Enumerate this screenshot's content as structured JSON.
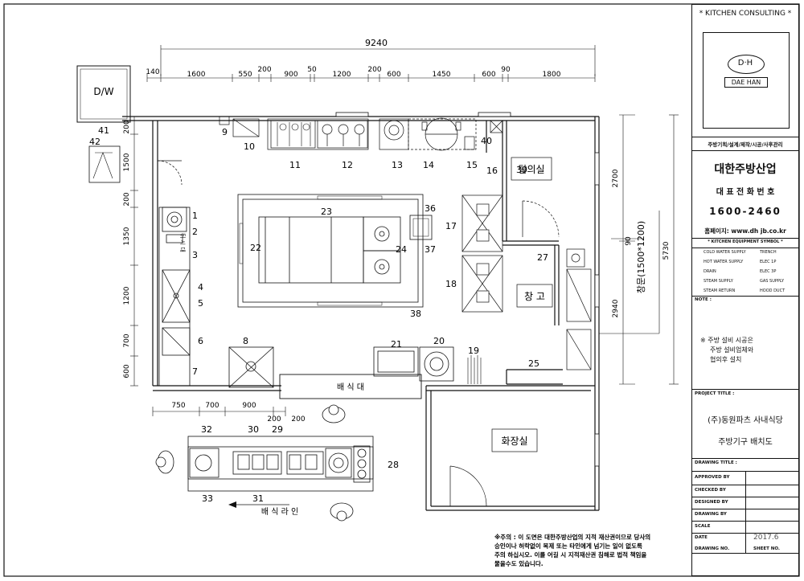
{
  "title_block": {
    "header": "* KITCHEN CONSULTING *",
    "logo_mark": "D·H",
    "logo_text": "DAE HAN",
    "services": "주방기획/설계/제작/시공/사후관리",
    "company": "대한주방산업",
    "phone_label": "대 표 전 화 번 호",
    "phone": "1600-2460",
    "homepage": "홈페이지: www.dh jb.co.kr",
    "legend_title": "* KITCHEN EQUIPMENT SYMBOL *",
    "legend": [
      [
        "COLD WATER SUPPLY",
        "TRENCH"
      ],
      [
        "HOT WATER SUPPLY",
        "ELEC 1P"
      ],
      [
        "DRAIN",
        "ELEC 3P"
      ],
      [
        "STEAM SUPPLY",
        "GAS SUPPLY"
      ],
      [
        "STEAM RETURN",
        "HOOD DUCT"
      ]
    ],
    "note_label": "NOTE :",
    "note_lines": [
      "※ 주방 설비 시공은",
      "주방 설비업체와",
      "협의후 설치"
    ],
    "project_title_label": "PROJECT TITLE :",
    "project_title": "(주)동원파츠 사내식당",
    "drawing_title_value": "주방기구 배치도",
    "drawing_title_label": "DRAWING TITLE :",
    "rows": [
      "APPROVED BY",
      "CHECKED BY",
      "DESIGNED BY",
      "DRAWING BY",
      "SCALE",
      "DATE",
      "DRAWING NO."
    ],
    "date": "2017.6",
    "sheet_no": "SHEET NO."
  },
  "dimensions": {
    "total_width": "9240",
    "top": [
      "140",
      "1600",
      "550",
      "200",
      "900",
      "50",
      "1200",
      "200",
      "600",
      "1450",
      "600",
      "90",
      "1800"
    ],
    "left": [
      "200",
      "1500",
      "200",
      "1350",
      "1200",
      "700",
      "600"
    ],
    "bottom": [
      "750",
      "700",
      "900",
      "200",
      "200"
    ],
    "right": [
      "2700",
      "90",
      "2940",
      "5730"
    ],
    "window": "창문(1500*1200)"
  },
  "rooms": {
    "dw": "D/W",
    "locker": "탈의실",
    "storage": "창 고",
    "toilet": "화장실",
    "serving_table": "배 식 대",
    "serving_line": "배 식 라 인",
    "wash_vertical": "뒤 시 대"
  },
  "items": [
    "1",
    "2",
    "3",
    "4",
    "5",
    "6",
    "7",
    "8",
    "9",
    "10",
    "11",
    "12",
    "13",
    "14",
    "15",
    "16",
    "17",
    "18",
    "19",
    "20",
    "21",
    "22",
    "23",
    "24",
    "25",
    "27",
    "28",
    "29",
    "30",
    "31",
    "32",
    "33",
    "36",
    "37",
    "38",
    "39",
    "40",
    "41",
    "42"
  ],
  "footnote": [
    "※주의 : 이 도면은 대한주방산업의 지적 재산권이므로 당사의",
    "승인이나 허락없이 복제 또는 타인에게 넘기는 일이 없도록",
    "주의 하십시오. 이를 어길 시 지적재산권 침해로 법적 책임을",
    "물을수도 있습니다."
  ]
}
